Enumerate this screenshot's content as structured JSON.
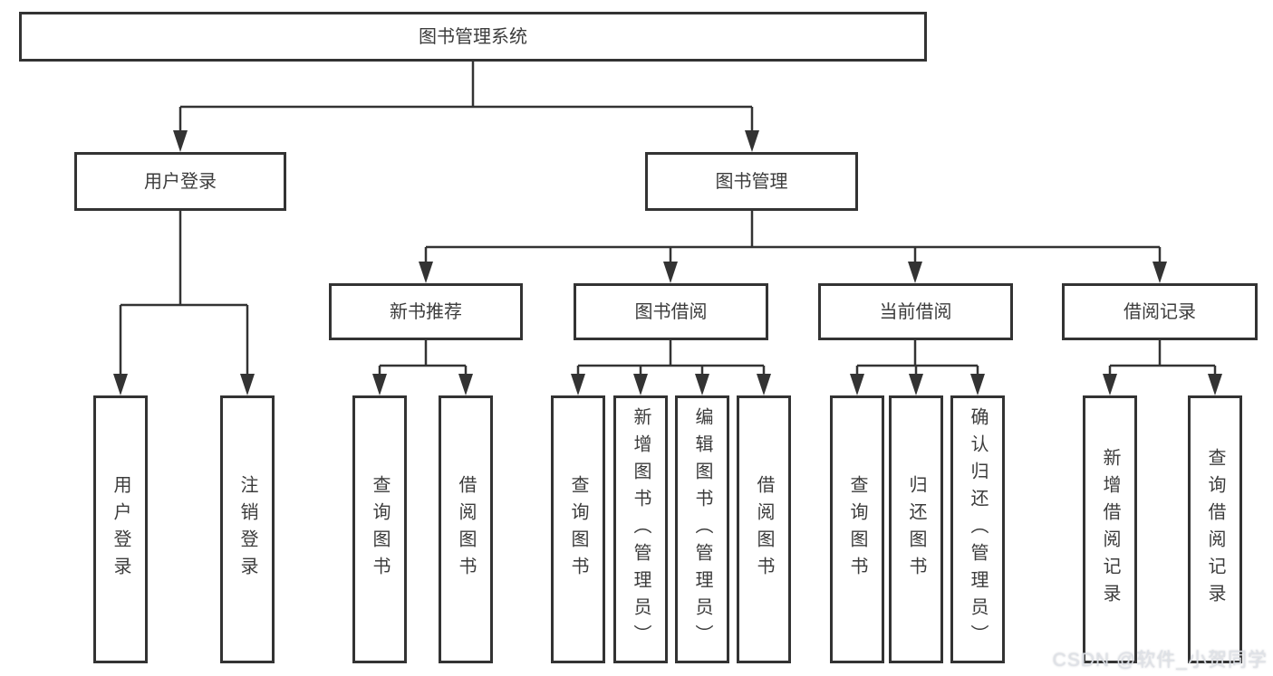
{
  "diagram": {
    "type": "hierarchy-tree",
    "root": {
      "label": "图书管理系统"
    },
    "level2": [
      {
        "label": "用户登录"
      },
      {
        "label": "图书管理"
      }
    ],
    "level3": [
      {
        "label": "新书推荐",
        "parent": "图书管理"
      },
      {
        "label": "图书借阅",
        "parent": "图书管理"
      },
      {
        "label": "当前借阅",
        "parent": "图书管理"
      },
      {
        "label": "借阅记录",
        "parent": "图书管理"
      }
    ],
    "leaves": [
      {
        "label": "用户登录",
        "parent": "用户登录"
      },
      {
        "label": "注销登录",
        "parent": "用户登录"
      },
      {
        "label": "查询图书",
        "parent": "新书推荐"
      },
      {
        "label": "借阅图书",
        "parent": "新书推荐"
      },
      {
        "label": "查询图书",
        "parent": "图书借阅"
      },
      {
        "label": "新增图书（管理员）",
        "parent": "图书借阅"
      },
      {
        "label": "编辑图书（管理员）",
        "parent": "图书借阅"
      },
      {
        "label": "借阅图书",
        "parent": "图书借阅"
      },
      {
        "label": "查询图书",
        "parent": "当前借阅"
      },
      {
        "label": "归还图书",
        "parent": "当前借阅"
      },
      {
        "label": "确认归还（管理员）",
        "parent": "当前借阅"
      },
      {
        "label": "新增借阅记录",
        "parent": "借阅记录"
      },
      {
        "label": "查询借阅记录",
        "parent": "借阅记录"
      }
    ]
  },
  "watermark": {
    "text": "CSDN @软件_小贺同学"
  },
  "colors": {
    "line": "#333333",
    "box_border": "#333333",
    "text": "#3c3c3c",
    "background": "#ffffff",
    "watermark": "#dee1e7"
  }
}
